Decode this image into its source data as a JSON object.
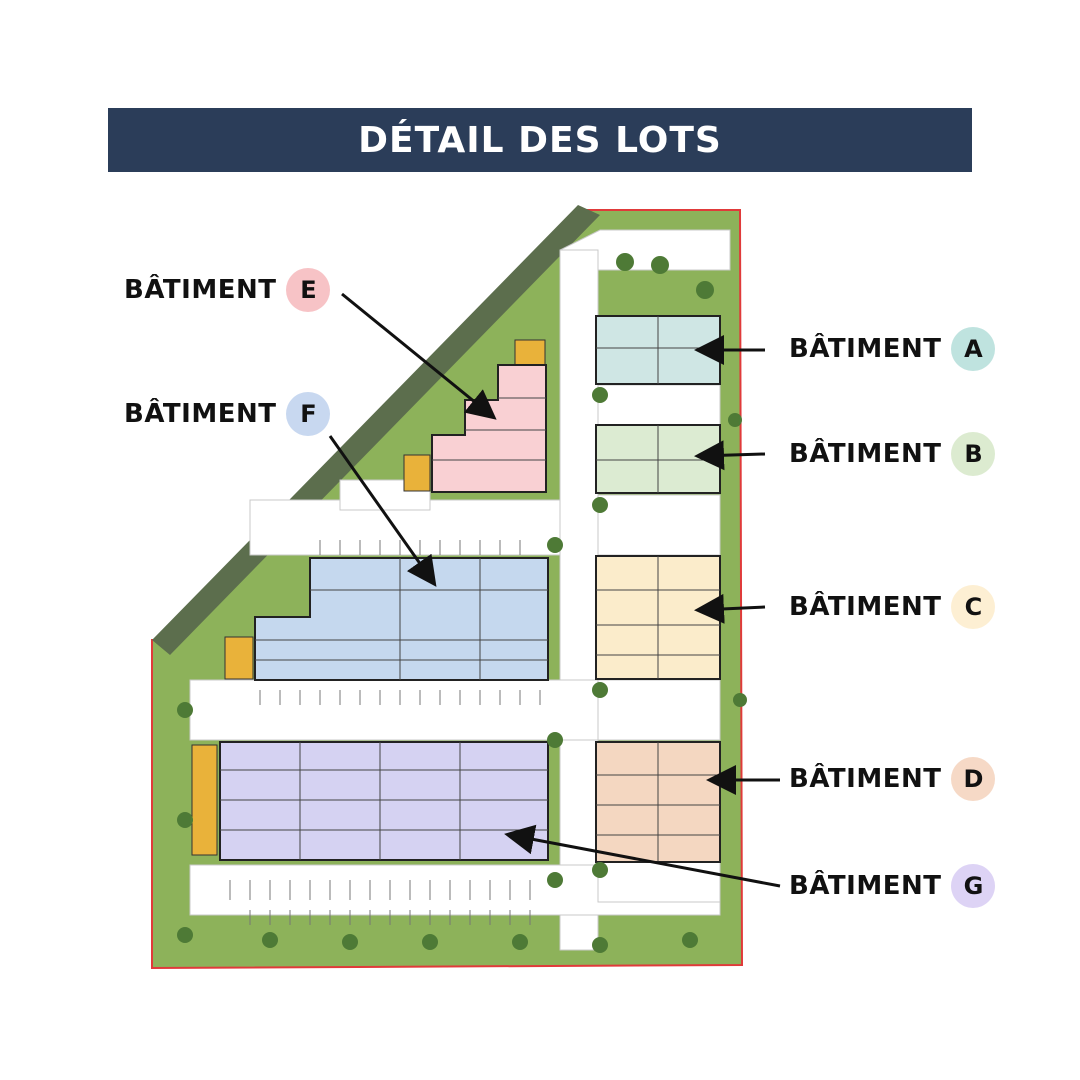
{
  "title": "DÉTAIL DES LOTS",
  "label_word": "BÂTIMENT",
  "colors": {
    "header": "#2b3d59",
    "grass": "#8db25a",
    "road": "#ffffff",
    "outline": "#e03a3a"
  },
  "buildings": [
    {
      "letter": "A",
      "fill": "#cfe6e4",
      "badge": "#bfe3df"
    },
    {
      "letter": "B",
      "fill": "#dcebd2",
      "badge": "#dcebd0"
    },
    {
      "letter": "C",
      "fill": "#fbeccb",
      "badge": "#fdefd3"
    },
    {
      "letter": "D",
      "fill": "#f4d7c1",
      "badge": "#f6d9c6"
    },
    {
      "letter": "E",
      "fill": "#f9d0d3",
      "badge": "#f7c3c6"
    },
    {
      "letter": "F",
      "fill": "#c5d8ee",
      "badge": "#c8d8f0"
    },
    {
      "letter": "G",
      "fill": "#d5d2f2",
      "badge": "#ddd3f5"
    }
  ]
}
